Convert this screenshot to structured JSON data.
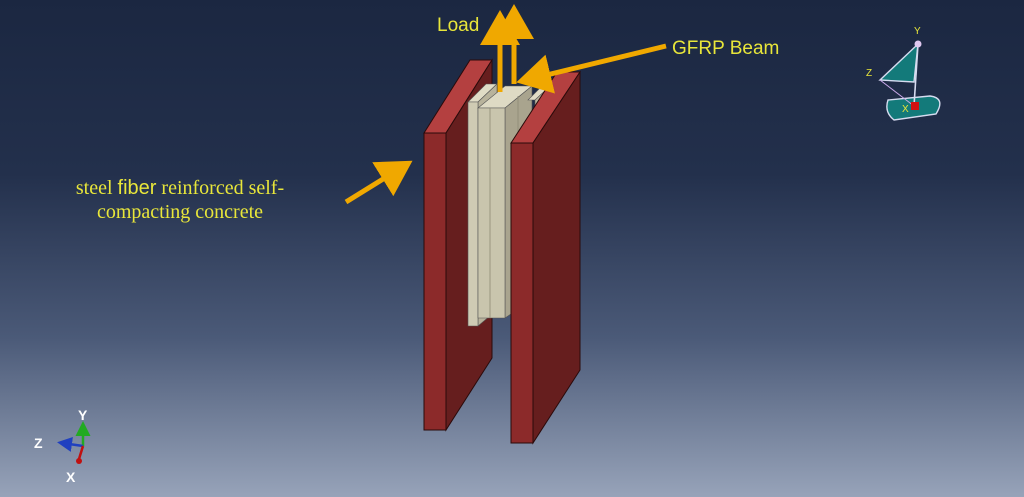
{
  "labels": {
    "load": "Load",
    "gfrp_beam": "GFRP Beam",
    "concrete_line1_a": "steel ",
    "concrete_line1_b": "fiber",
    "concrete_line1_c": " reinforced self-",
    "concrete_line2": "compacting concrete"
  },
  "triad": {
    "y": "Y",
    "z": "Z",
    "x": "X"
  },
  "view_cube": {
    "y": "Y",
    "z": "Z",
    "x": "X"
  },
  "colors": {
    "concrete": "#8c2a2a",
    "gfrp": "#cfcbb4",
    "annotation_arrow": "#f0a800",
    "label_text": "#e8e63a"
  }
}
